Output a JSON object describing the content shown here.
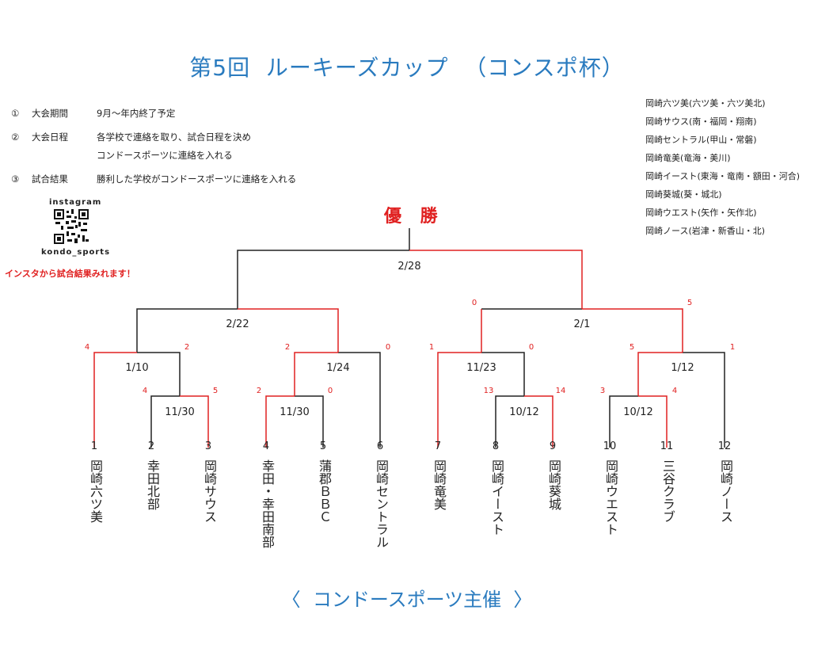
{
  "title": "第5回  ルーキーズカップ  （コンスポ杯）",
  "info": [
    {
      "no": "①",
      "label": "大会期間",
      "text": [
        "9月～年内終了予定"
      ]
    },
    {
      "no": "②",
      "label": "大会日程",
      "text": [
        "各学校で連絡を取り、試合日程を決め",
        "コンドースポーツに連絡を入れる"
      ]
    },
    {
      "no": "③",
      "label": "試合結果",
      "text": [
        "勝利した学校がコンドースポーツに連絡を入れる"
      ]
    }
  ],
  "qr": {
    "top_label": "instagram",
    "bottom_label": "kondo_sports",
    "note": "インスタから試合結果みれます！"
  },
  "teams_list": [
    "岡崎六ツ美(六ツ美・六ツ美北)",
    "岡崎サウス(南・福岡・翔南)",
    "岡崎セントラル(甲山・常磐)",
    "岡崎竜美(竜海・美川)",
    "岡崎イースト(東海・竜南・額田・河合)",
    "岡崎葵城(葵・城北)",
    "岡崎ウエスト(矢作・矢作北)",
    "岡崎ノース(岩津・新香山・北)"
  ],
  "champion_label": "優 勝",
  "teams": [
    {
      "no": "1",
      "name": "岡崎六ツ美"
    },
    {
      "no": "2",
      "name": "幸田北部"
    },
    {
      "no": "3",
      "name": "岡崎サウス"
    },
    {
      "no": "4",
      "name": "幸田・幸田南部"
    },
    {
      "no": "5",
      "name": "蒲郡ＢＢＣ"
    },
    {
      "no": "6",
      "name": "岡崎セントラル"
    },
    {
      "no": "7",
      "name": "岡崎竜美"
    },
    {
      "no": "8",
      "name": "岡崎イースト"
    },
    {
      "no": "9",
      "name": "岡崎葵城"
    },
    {
      "no": "10",
      "name": "岡崎ウエスト"
    },
    {
      "no": "11",
      "name": "三谷クラブ"
    },
    {
      "no": "12",
      "name": "岡崎ノース"
    }
  ],
  "dates": {
    "r1a": "11/30",
    "r1b": "11/30",
    "r1c": "10/12",
    "r1d": "10/12",
    "q1": "1/10",
    "q2": "1/24",
    "q3": "11/23",
    "q4": "1/12",
    "s1": "2/22",
    "s2": "2/1",
    "final": "2/28"
  },
  "scores": {
    "r1a_l": "4",
    "r1a_r": "5",
    "r1b_l": "2",
    "r1b_r": "0",
    "r1c_l": "13",
    "r1c_r": "14",
    "r1d_l": "3",
    "r1d_r": "4",
    "q1_l": "4",
    "q1_r": "2",
    "q2_l": "2",
    "q2_r": "0",
    "q3_l": "1",
    "q3_r": "0",
    "q4_l": "5",
    "q4_r": "1",
    "s2_l": "0",
    "s2_r": "5"
  },
  "footer": "〈  コンドースポーツ主催  〉",
  "colors": {
    "winner_line": "#e02020",
    "loser_line": "#222222",
    "title": "#2a7bbf"
  }
}
